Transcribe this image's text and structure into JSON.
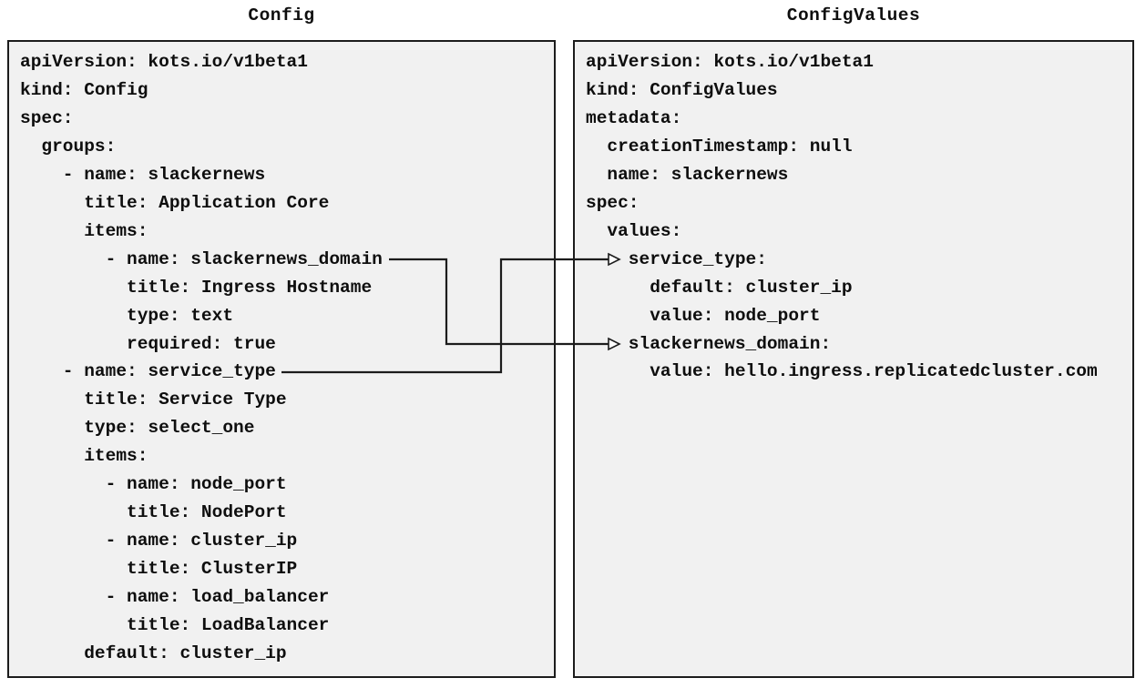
{
  "diagram": {
    "colors": {
      "page_background": "#ffffff",
      "panel_background": "#f1f1f1",
      "panel_border": "#1c1c1c",
      "text": "#0e0e0e",
      "arrow": "#1c1c1c",
      "arrowhead_fill": "#ffffff"
    },
    "config_panel": {
      "title": "Config",
      "lines": [
        "apiVersion: kots.io/v1beta1",
        "kind: Config",
        "spec:",
        "  groups:",
        "    - name: slackernews",
        "      title: Application Core",
        "      items:",
        "        - name: slackernews_domain",
        "          title: Ingress Hostname",
        "          type: text",
        "          required: true",
        "    - name: service_type",
        "      title: Service Type",
        "      type: select_one",
        "      items:",
        "        - name: node_port",
        "          title: NodePort",
        "        - name: cluster_ip",
        "          title: ClusterIP",
        "        - name: load_balancer",
        "          title: LoadBalancer",
        "      default: cluster_ip"
      ]
    },
    "configvalues_panel": {
      "title": "ConfigValues",
      "lines": [
        "apiVersion: kots.io/v1beta1",
        "kind: ConfigValues",
        "metadata:",
        "  creationTimestamp: null",
        "  name: slackernews",
        "spec:",
        "  values:",
        "    service_type:",
        "      default: cluster_ip",
        "      value: node_port",
        "    slackernews_domain:",
        "      value: hello.ingress.replicatedcluster.com"
      ]
    },
    "connections": [
      {
        "from_panel": "Config",
        "from_field": "slackernews_domain",
        "to_panel": "ConfigValues",
        "to_field": "slackernews_domain"
      },
      {
        "from_panel": "Config",
        "from_field": "service_type",
        "to_panel": "ConfigValues",
        "to_field": "service_type"
      }
    ]
  }
}
